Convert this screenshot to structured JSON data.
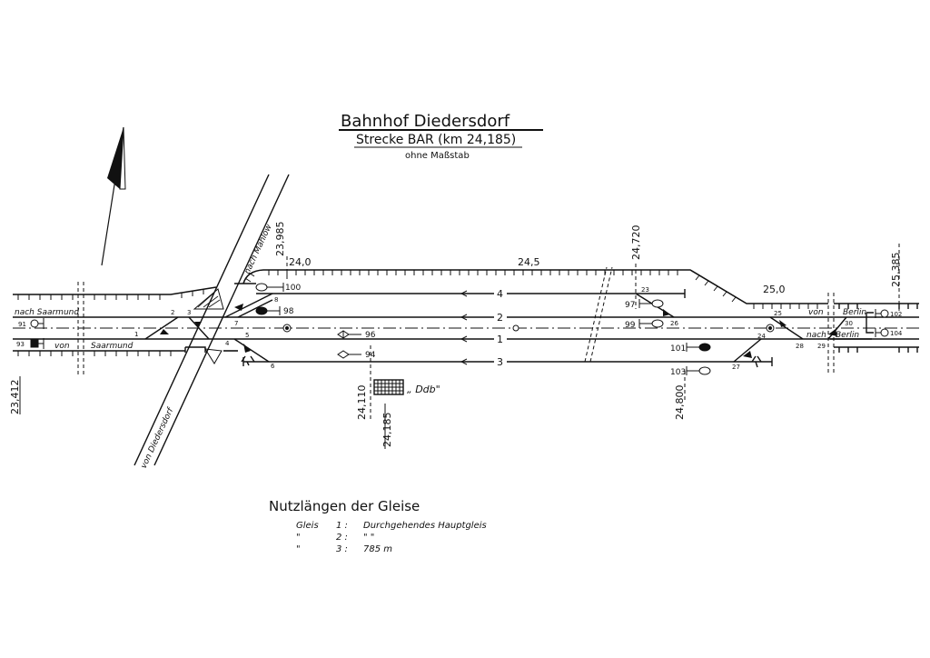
{
  "title": {
    "main": "Bahnhof Diedersdorf",
    "line": "Strecke BAR (km 24,185)",
    "scale": "ohne Maßstab"
  },
  "kilometers": {
    "k23412": "23,412",
    "k23985": "23,985",
    "k240": "24,0",
    "k245": "24,5",
    "k24720": "24,720",
    "k250": "25,0",
    "k25385": "25,385",
    "k24110": "24,110",
    "k24185": "24,185",
    "k24800": "24,800"
  },
  "directions": {
    "nach_saarmund": "nach Saarmund",
    "von": "von",
    "saarmund": "Saarmund",
    "nach_mahlow": "nach Mahlow",
    "von_diedersdorf": "von Diedersdorf",
    "von_r": "von",
    "berlin_top": "Berlin",
    "nach_r": "nach",
    "berlin_bottom": "Berlin"
  },
  "tracks": {
    "t4": "4",
    "t2": "2",
    "t1": "1",
    "t3": "3"
  },
  "signals": {
    "s91": "91",
    "s93": "93",
    "s100": "100",
    "s98": "98",
    "s96": "96",
    "s94": "94",
    "s97": "97",
    "s99": "99",
    "s101": "101",
    "s103": "103",
    "s102": "102",
    "s104": "104"
  },
  "switches": {
    "w1": "1",
    "w2": "2",
    "w3": "3",
    "w4": "4",
    "w5": "5",
    "w6": "6",
    "w7": "7",
    "w8": "8",
    "w23": "23",
    "w26": "26",
    "w25": "25",
    "w28": "28",
    "w29": "29",
    "w30": "30",
    "w27": "27",
    "w24": "24"
  },
  "building": {
    "label": "„ Ddb\""
  },
  "legend": {
    "title": "Nutzlängen der Gleise",
    "rows": [
      {
        "prefix": "Gleis",
        "num": "1 :",
        "text": "Durchgehendes Hauptgleis"
      },
      {
        "prefix": "\"",
        "num": "2 :",
        "text": "\"                    \""
      },
      {
        "prefix": "\"",
        "num": "3 :",
        "text": "785 m"
      }
    ]
  }
}
